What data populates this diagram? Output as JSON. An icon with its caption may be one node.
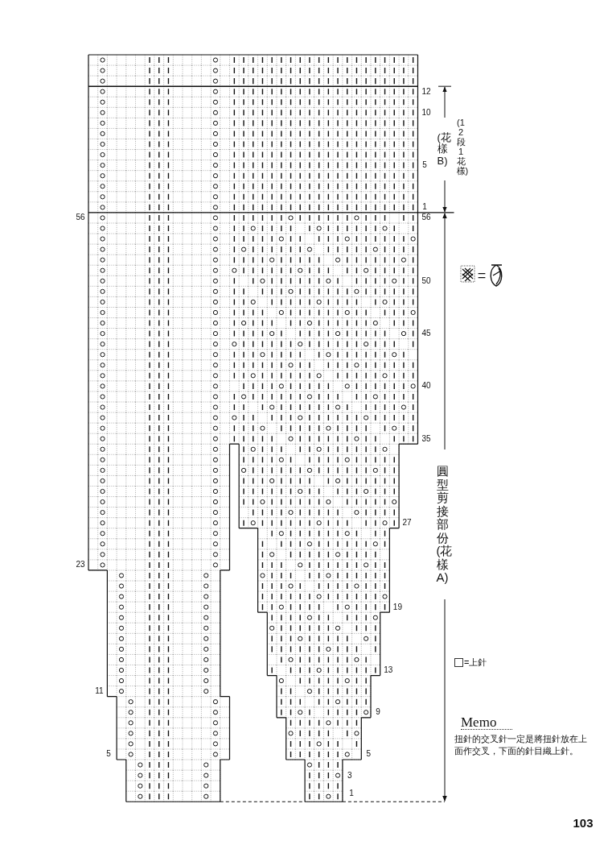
{
  "diagram": {
    "labels": [
      "12",
      "10",
      "(12段1花樣)",
      "(花樣B)",
      "5",
      "1",
      "56",
      "56",
      "=",
      "50",
      "45",
      "40",
      "35",
      "圓型剪接部份(花樣A)",
      "27",
      "23",
      "19",
      "13",
      "11",
      "9",
      "Memo",
      "扭針的交叉針一定是將扭針放在上面作交叉，下面的針目織上針。",
      "5",
      "5",
      "3",
      "1",
      "103"
    ],
    "legend": [
      {
        "text": "=上針"
      }
    ]
  }
}
